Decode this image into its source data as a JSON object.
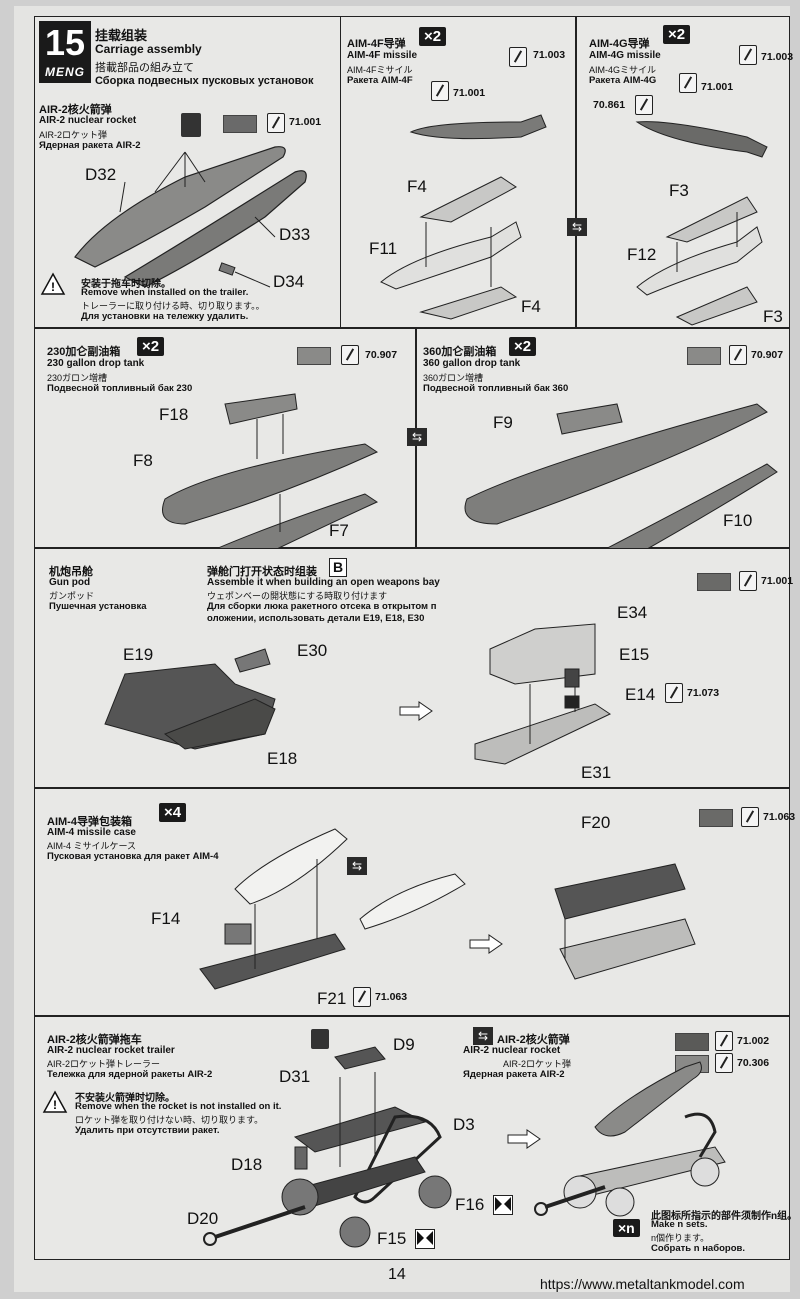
{
  "header": {
    "step_number": "15",
    "brand": "MENG",
    "title_cn": "挂载组装",
    "title_en": "Carriage assembly",
    "title_jp": "搭載部品の組み立て",
    "title_ru": "Сборка подвесных пусковых установок"
  },
  "air2": {
    "cn": "AIR-2核火箭弹",
    "en": "AIR-2 nuclear rocket",
    "jp": "AIR-2ロケット弾",
    "ru": "Ядерная ракета AIR-2",
    "paint_code": "71.001",
    "parts": [
      "D32",
      "D33",
      "D34"
    ],
    "note_cn": "安装于拖车时切除。",
    "note_en": "Remove when installed on the trailer.",
    "note_jp": "トレーラーに取り付ける時、切り取ります。。",
    "note_ru": "Для установки на тележку удалить."
  },
  "aim4f": {
    "cn": "AIM-4F导弹",
    "multiplier": "×2",
    "en": "AIM-4F missile",
    "jp": "AIM-4Fミサイル",
    "ru": "Ракета AIM-4F",
    "paint_codes": [
      "71.003",
      "71.001"
    ],
    "parts": [
      "F4",
      "F11",
      "F4"
    ]
  },
  "aim4g": {
    "cn": "AIM-4G导弹",
    "multiplier": "×2",
    "en": "AIM-4G missile",
    "jp": "AIM-4Gミサイル",
    "ru": "Ракета AIM-4G",
    "paint_codes": [
      "71.003",
      "71.001",
      "70.861"
    ],
    "parts": [
      "F3",
      "F12",
      "F3"
    ]
  },
  "tank230": {
    "cn": "230加仑副油箱",
    "multiplier": "×2",
    "en": "230 gallon drop tank",
    "jp": "230ガロン増槽",
    "ru": "Подвесной топливный бак 230",
    "paint_code": "70.907",
    "parts": [
      "F18",
      "F8",
      "F7"
    ]
  },
  "tank360": {
    "cn": "360加仑副油箱",
    "multiplier": "×2",
    "en": "360 gallon drop tank",
    "jp": "360ガロン増槽",
    "ru": "Подвесной топливный бак 360",
    "paint_code": "70.907",
    "parts": [
      "F9",
      "F10"
    ]
  },
  "gunpod": {
    "cn": "机炮吊舱",
    "en": "Gun pod",
    "jp": "ガンポッド",
    "ru": "Пушечная установка",
    "bay_cn": "弹舱门打开状态时组装",
    "bay_badge": "B",
    "bay_en": "Assemble it when building an open weapons bay",
    "bay_jp": "ウェポンベーの開状態にする時取り付けます",
    "bay_ru1": "Для сборки люка ракетного отсека в открытом п",
    "bay_ru2": "оложении, использовать детали E19, E18, E30",
    "paint_codes": [
      "71.001",
      "71.073"
    ],
    "parts": [
      "E19",
      "E30",
      "E18",
      "E34",
      "E15",
      "E14",
      "E31"
    ]
  },
  "aim4case": {
    "cn": "AIM-4导弹包装箱",
    "multiplier": "×4",
    "en": "AIM-4 missile case",
    "jp": "AIM-4 ミサイルケース",
    "ru": "Пусковая установка для ракет AIM-4",
    "paint_codes": [
      "71.063",
      "71.063"
    ],
    "parts": [
      "F14",
      "F21",
      "F20"
    ]
  },
  "trailer": {
    "cn": "AIR-2核火箭弹拖车",
    "en": "AIR-2 nuclear rocket trailer",
    "jp": "AIR-2ロケット弾トレーラー",
    "ru": "Тележка для ядерной ракеты AIR-2",
    "note_cn": "不安装火箭弹时切除。",
    "note_en": "Remove when the rocket is not installed on it.",
    "note_jp": "ロケット弾を取り付けない時、切り取ります。",
    "note_ru": "Удалить при отсутствии ракет.",
    "parts": [
      "D9",
      "D31",
      "D3",
      "D18",
      "F16",
      "D20",
      "F15"
    ],
    "rocket_cn": "AIR-2核火箭弹",
    "rocket_en": "AIR-2 nuclear rocket",
    "rocket_jp": "AIR-2ロケット弾",
    "rocket_ru": "Ядерная ракета AIR-2",
    "paint_codes": [
      "71.002",
      "70.306"
    ]
  },
  "legend": {
    "badge": "×n",
    "cn": "此图标所指示的部件须制作n组。",
    "en": "Make n sets.",
    "jp": "n個作ります。",
    "ru": "Собрать n наборов."
  },
  "footer": {
    "page_number": "14",
    "watermark": "https://www.metaltankmodel.com"
  }
}
